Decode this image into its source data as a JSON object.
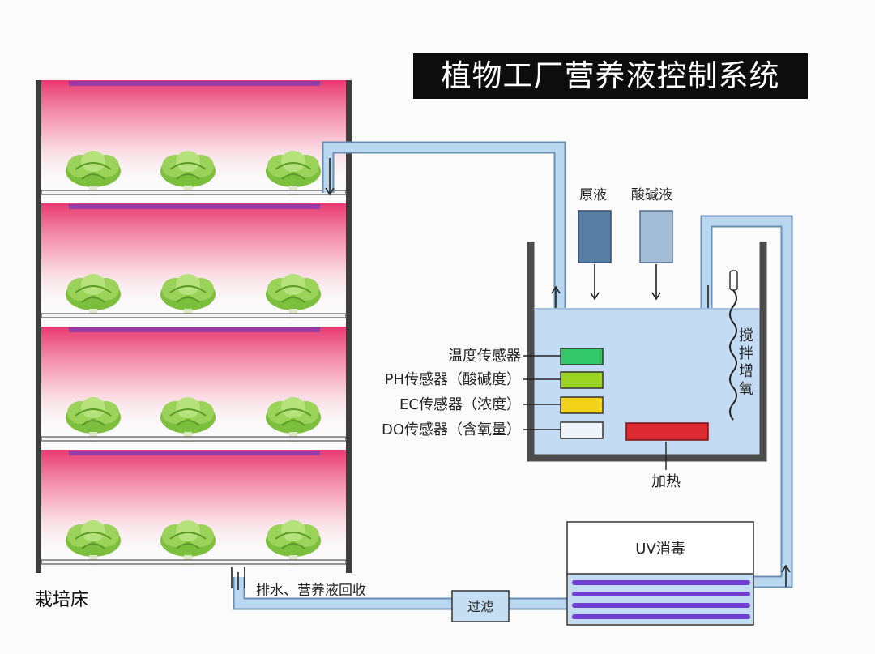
{
  "title": "植物工厂营养液控制系统",
  "labels": {
    "bed": "栽培床",
    "raw_solution": "原液",
    "acid_base_solution": "酸碱液",
    "stir_oxygen": "搅拌增氧",
    "heating": "加热",
    "uv": "UV消毒",
    "filter": "过滤",
    "drain": "排水、营养液回收"
  },
  "sensors": [
    {
      "label": "温度传感器",
      "color": "#33c96a"
    },
    {
      "label": "PH传感器（酸碱度）",
      "color": "#9ad321"
    },
    {
      "label": "EC传感器（浓度）",
      "color": "#f2d21b"
    },
    {
      "label": "DO传感器（含氧量）",
      "color": "#eef4fa"
    }
  ],
  "colors": {
    "pipe": "#b9d8f0",
    "pipe_outline": "#6b8fb4",
    "water": "#c4dcf3",
    "tank_wall": "#4d4d4d",
    "heater": "#de2a32",
    "raw_bottle": "#587ea6",
    "acid_bottle": "#a4bdd7",
    "grow_light": "#e9356e",
    "uv_tube": "#6f3fd0",
    "plant": "#7cbf3c"
  }
}
